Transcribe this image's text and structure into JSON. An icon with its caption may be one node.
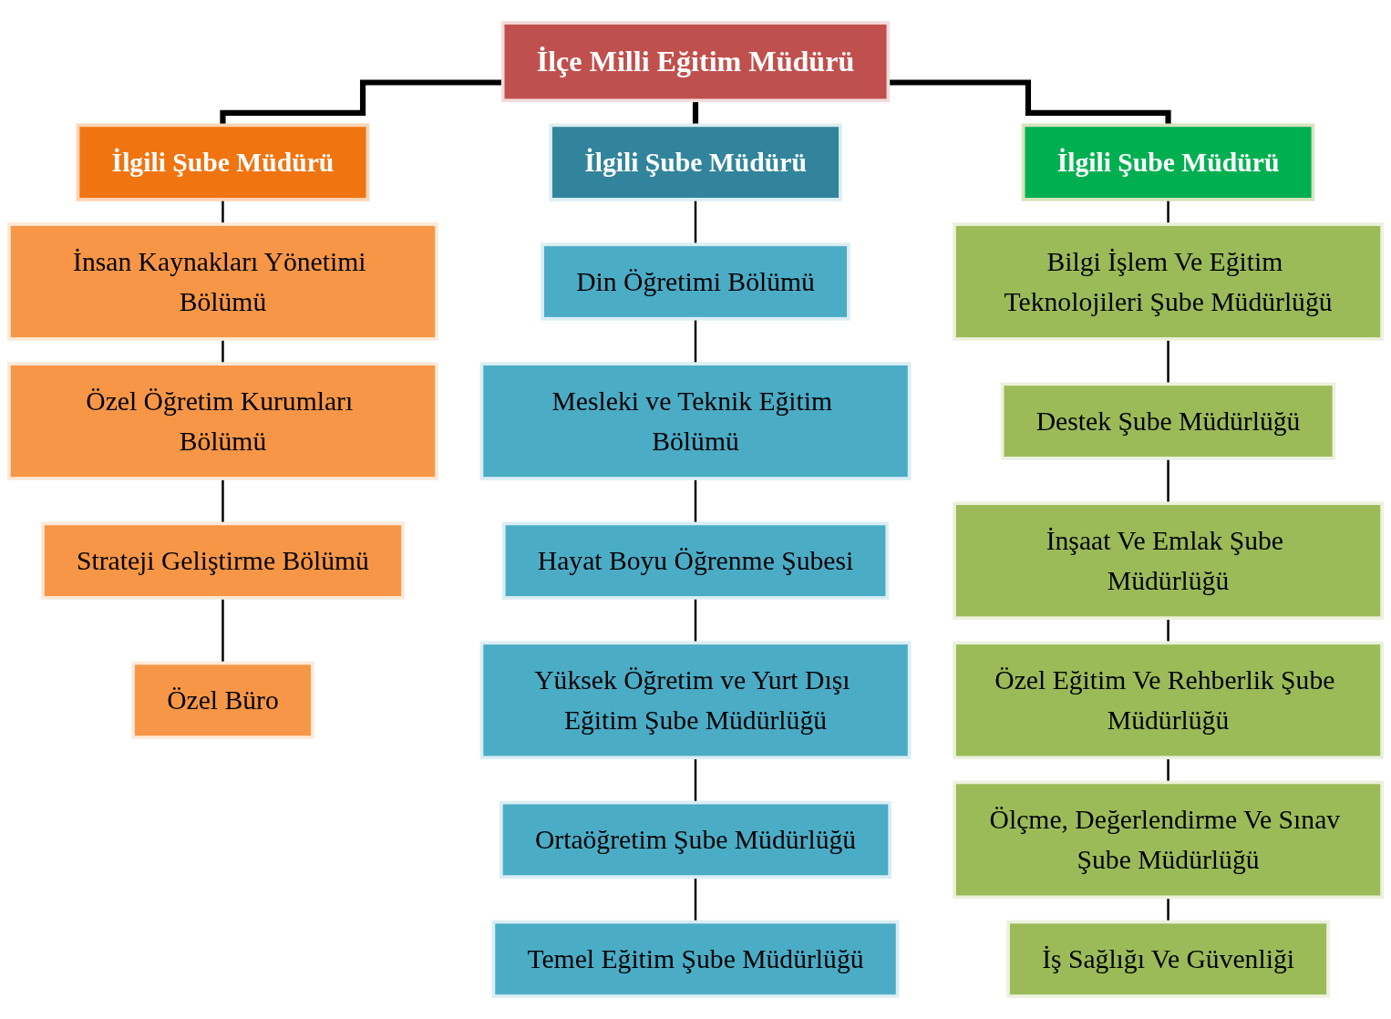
{
  "diagram": {
    "nodes": [
      {
        "text": [
          "İlçe Milli Eğitim Müdürü"
        ]
      },
      {
        "text": [
          "İlgili Şube Müdürü"
        ]
      },
      {
        "text": [
          "İlgili Şube Müdürü"
        ]
      },
      {
        "text": [
          "İlgili Şube Müdürü"
        ]
      },
      {
        "text": [
          "İnsan Kaynakları Yönetimi Bölümü"
        ]
      },
      {
        "text": [
          "Özel Öğretim Kurumları Bölümü"
        ]
      },
      {
        "text": [
          "Strateji Geliştirme Bölümü"
        ]
      },
      {
        "text": [
          "Özel Büro"
        ]
      },
      {
        "text": [
          "Din Öğretimi Bölümü"
        ]
      },
      {
        "text": [
          "Mesleki ve Teknik Eğitim Bölümü"
        ]
      },
      {
        "text": [
          "Hayat Boyu Öğrenme Şubesi"
        ]
      },
      {
        "text": [
          "Yüksek Öğretim ve Yurt Dışı Eğitim Şube Müdürlüğü"
        ]
      },
      {
        "text": [
          "Ortaöğretim Şube Müdürlüğü"
        ]
      },
      {
        "text": [
          "Temel Eğitim Şube Müdürlüğü"
        ]
      },
      {
        "text": [
          "Bilgi İşlem Ve Eğitim Teknolojileri Şube Müdürlüğü"
        ]
      },
      {
        "text": [
          "Destek Şube Müdürlüğü"
        ]
      },
      {
        "text": [
          "İnşaat Ve Emlak Şube Müdürlüğü"
        ]
      },
      {
        "text": [
          "Özel Eğitim Ve Rehberlik Şube Müdürlüğü"
        ]
      },
      {
        "text": [
          "Ölçme, Değerlendirme Ve Sınav Şube Müdürlüğü"
        ]
      },
      {
        "text": [
          "İş Sağlığı Ve Güvenliği"
        ]
      }
    ],
    "edges": [
      {
        "from": 0,
        "to": 1,
        "arrow": "none",
        "style": "thick"
      },
      {
        "from": 0,
        "to": 2,
        "arrow": "none",
        "style": "thick"
      },
      {
        "from": 0,
        "to": 3,
        "arrow": "none",
        "style": "thick"
      },
      {
        "from": 1,
        "to": 4,
        "arrow": "none"
      },
      {
        "from": 4,
        "to": 5,
        "arrow": "none"
      },
      {
        "from": 5,
        "to": 6,
        "arrow": "none"
      },
      {
        "from": 6,
        "to": 7,
        "arrow": "none"
      },
      {
        "from": 2,
        "to": 8,
        "arrow": "none"
      },
      {
        "from": 8,
        "to": 9,
        "arrow": "none"
      },
      {
        "from": 9,
        "to": 10,
        "arrow": "none"
      },
      {
        "from": 10,
        "to": 11,
        "arrow": "none"
      },
      {
        "from": 11,
        "to": 12,
        "arrow": "none"
      },
      {
        "from": 12,
        "to": 13,
        "arrow": "none"
      },
      {
        "from": 3,
        "to": 14,
        "arrow": "none"
      },
      {
        "from": 14,
        "to": 15,
        "arrow": "none"
      },
      {
        "from": 15,
        "to": 16,
        "arrow": "none"
      },
      {
        "from": 16,
        "to": 17,
        "arrow": "none"
      },
      {
        "from": 17,
        "to": 18,
        "arrow": "none"
      },
      {
        "from": 18,
        "to": 19,
        "arrow": "none"
      }
    ]
  }
}
